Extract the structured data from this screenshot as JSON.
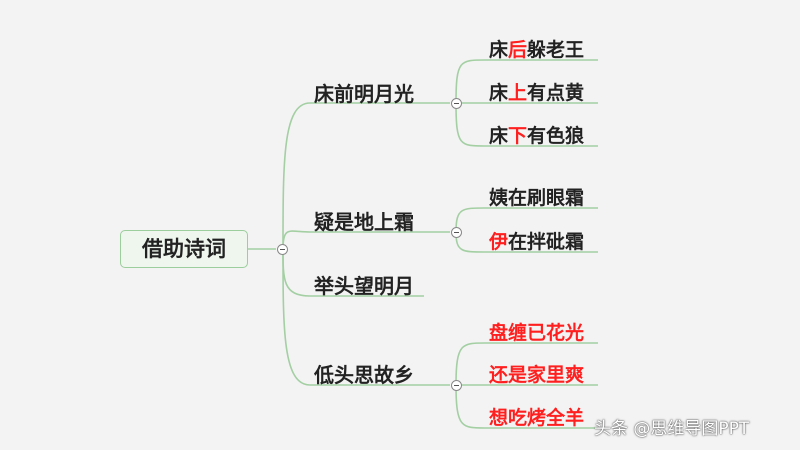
{
  "root": {
    "label": "借助诗词"
  },
  "branches": [
    {
      "label": "床前明月光",
      "leaves": [
        {
          "pre": "床",
          "hl": "后",
          "post": "躲老王",
          "all_red": false
        },
        {
          "pre": "床",
          "hl": "上",
          "post": "有点黄",
          "all_red": false
        },
        {
          "pre": "床",
          "hl": "下",
          "post": "有色狼",
          "all_red": false
        }
      ]
    },
    {
      "label": "疑是地上霜",
      "leaves": [
        {
          "pre": "",
          "hl": "",
          "post": "姨在刷眼霜",
          "all_red": false
        },
        {
          "pre": "",
          "hl": "伊",
          "post": "在拌砒霜",
          "all_red": false
        }
      ]
    },
    {
      "label": "举头望明月",
      "leaves": []
    },
    {
      "label": "低头思故乡",
      "leaves": [
        {
          "pre": "",
          "hl": "",
          "post": "盘缠已花光",
          "all_red": true
        },
        {
          "pre": "",
          "hl": "",
          "post": "还是家里爽",
          "all_red": true
        },
        {
          "pre": "",
          "hl": "",
          "post": "想吃烤全羊",
          "all_red": true
        }
      ]
    }
  ],
  "colors": {
    "line": "#9fce9f",
    "highlight": "#ff1f1f",
    "background": "#f3f3f3"
  },
  "watermark": "头条 @思维导图PPT"
}
